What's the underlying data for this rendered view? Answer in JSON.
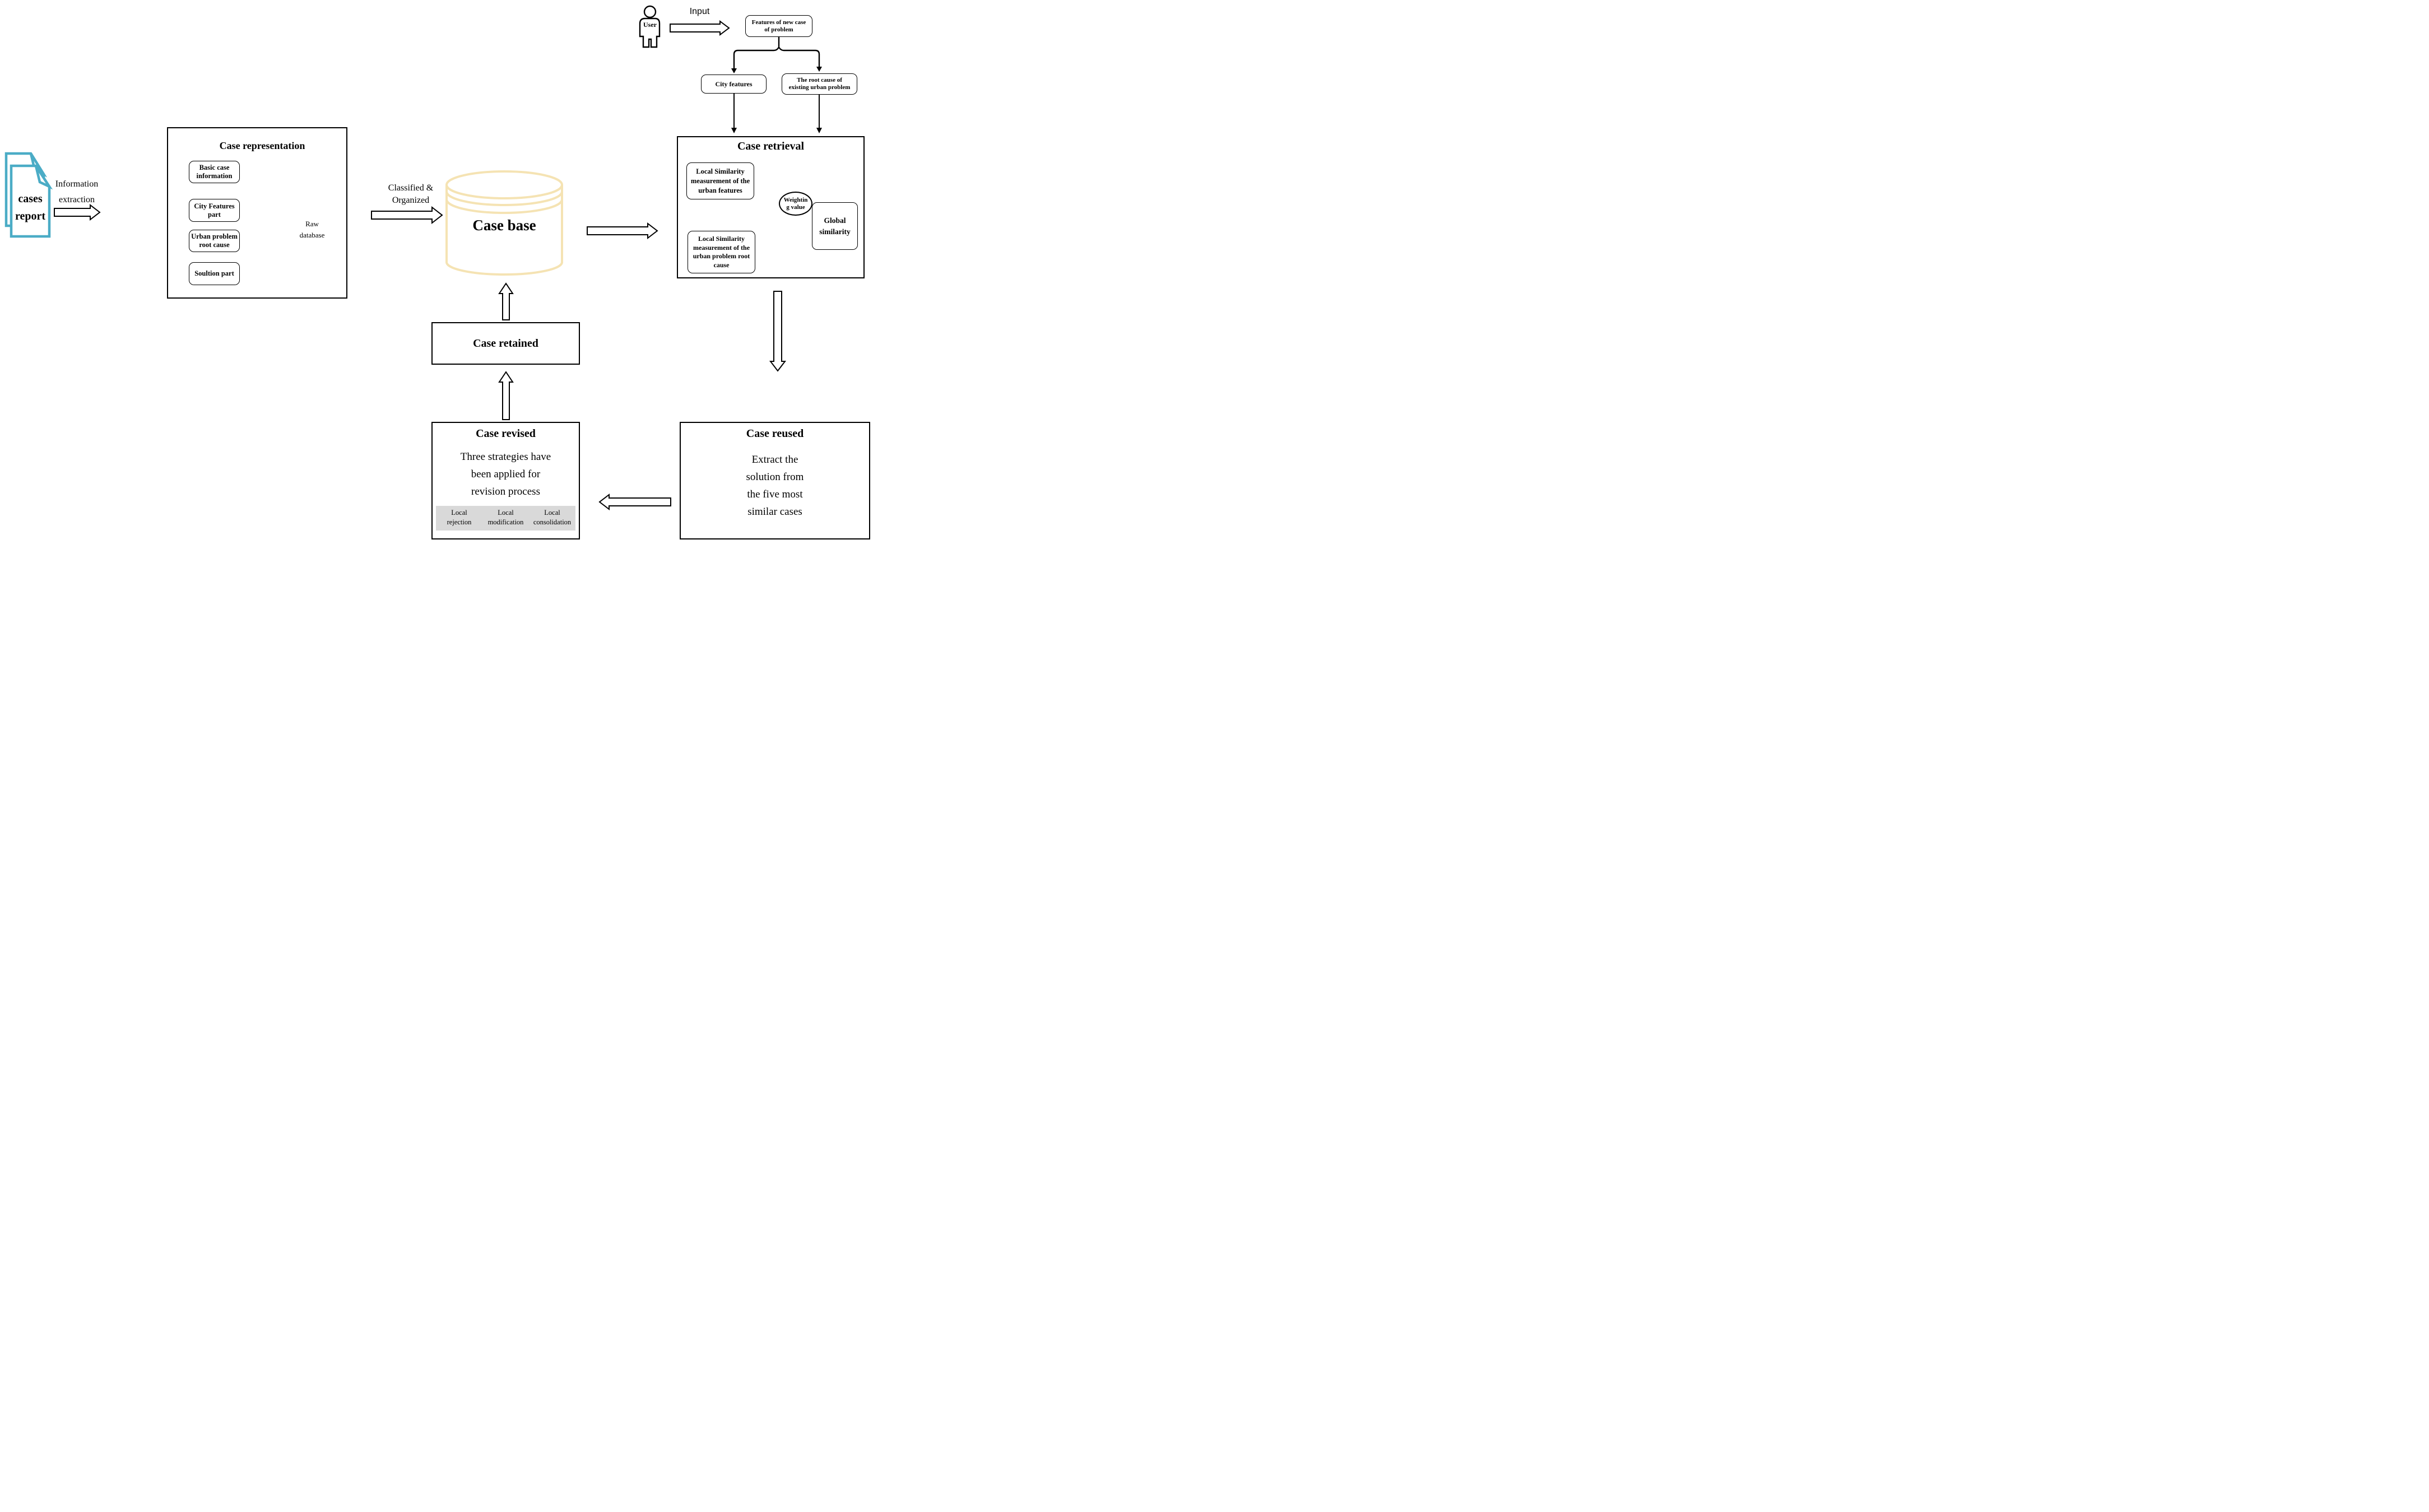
{
  "colors": {
    "document_teal": "#4BACC6",
    "cylinder_cream": "#F5E3B3",
    "strategy_strip_gray": "#D9D9D9",
    "fold_gray": "#D9D9D9",
    "ink": "#000000"
  },
  "source_docs": {
    "label_lines": [
      "cases",
      "report"
    ]
  },
  "flows": {
    "information_extraction_lines": [
      "Information",
      "extraction"
    ],
    "classified_organized_lines": [
      "Classified &",
      "Organized"
    ],
    "input_label": "Input"
  },
  "case_representation": {
    "title": "Case representation",
    "parts": [
      {
        "lines": [
          "Basic case",
          "information"
        ]
      },
      {
        "lines": [
          "City Features",
          "part"
        ]
      },
      {
        "lines": [
          "Urban problem",
          "root cause"
        ]
      },
      {
        "lines": [
          "Soultion part"
        ]
      }
    ],
    "raw_database_lines": [
      "Raw",
      "database"
    ]
  },
  "case_base": {
    "label": "Case base"
  },
  "case_retained": {
    "title": "Case retained"
  },
  "case_revised": {
    "title": "Case revised",
    "body_lines": [
      "Three strategies have",
      "been applied for",
      "revision process"
    ],
    "strategies": [
      {
        "lines": [
          "Local",
          "rejection"
        ]
      },
      {
        "lines": [
          "Local",
          "modification"
        ]
      },
      {
        "lines": [
          "Local",
          "consolidation"
        ]
      }
    ]
  },
  "case_reused": {
    "title": "Case reused",
    "body_lines": [
      "Extract the",
      "solution from",
      "the five most",
      "similar cases"
    ]
  },
  "user": {
    "label": "User"
  },
  "new_case": {
    "features_lines": [
      "Features of new case",
      "of problem"
    ],
    "city_features_label": "City features",
    "root_cause_lines": [
      "The root cause of",
      "existing urban problem"
    ]
  },
  "case_retrieval": {
    "title": "Case retrieval",
    "local_features_lines": [
      "Local Similarity",
      "measurement of the",
      "urban features"
    ],
    "local_root_lines": [
      "Local Similarity",
      "measurement of the",
      "urban problem root",
      "cause"
    ],
    "weighting_lines": [
      "Weightin",
      "g value"
    ],
    "global_lines": [
      "Global",
      "similarity"
    ]
  }
}
